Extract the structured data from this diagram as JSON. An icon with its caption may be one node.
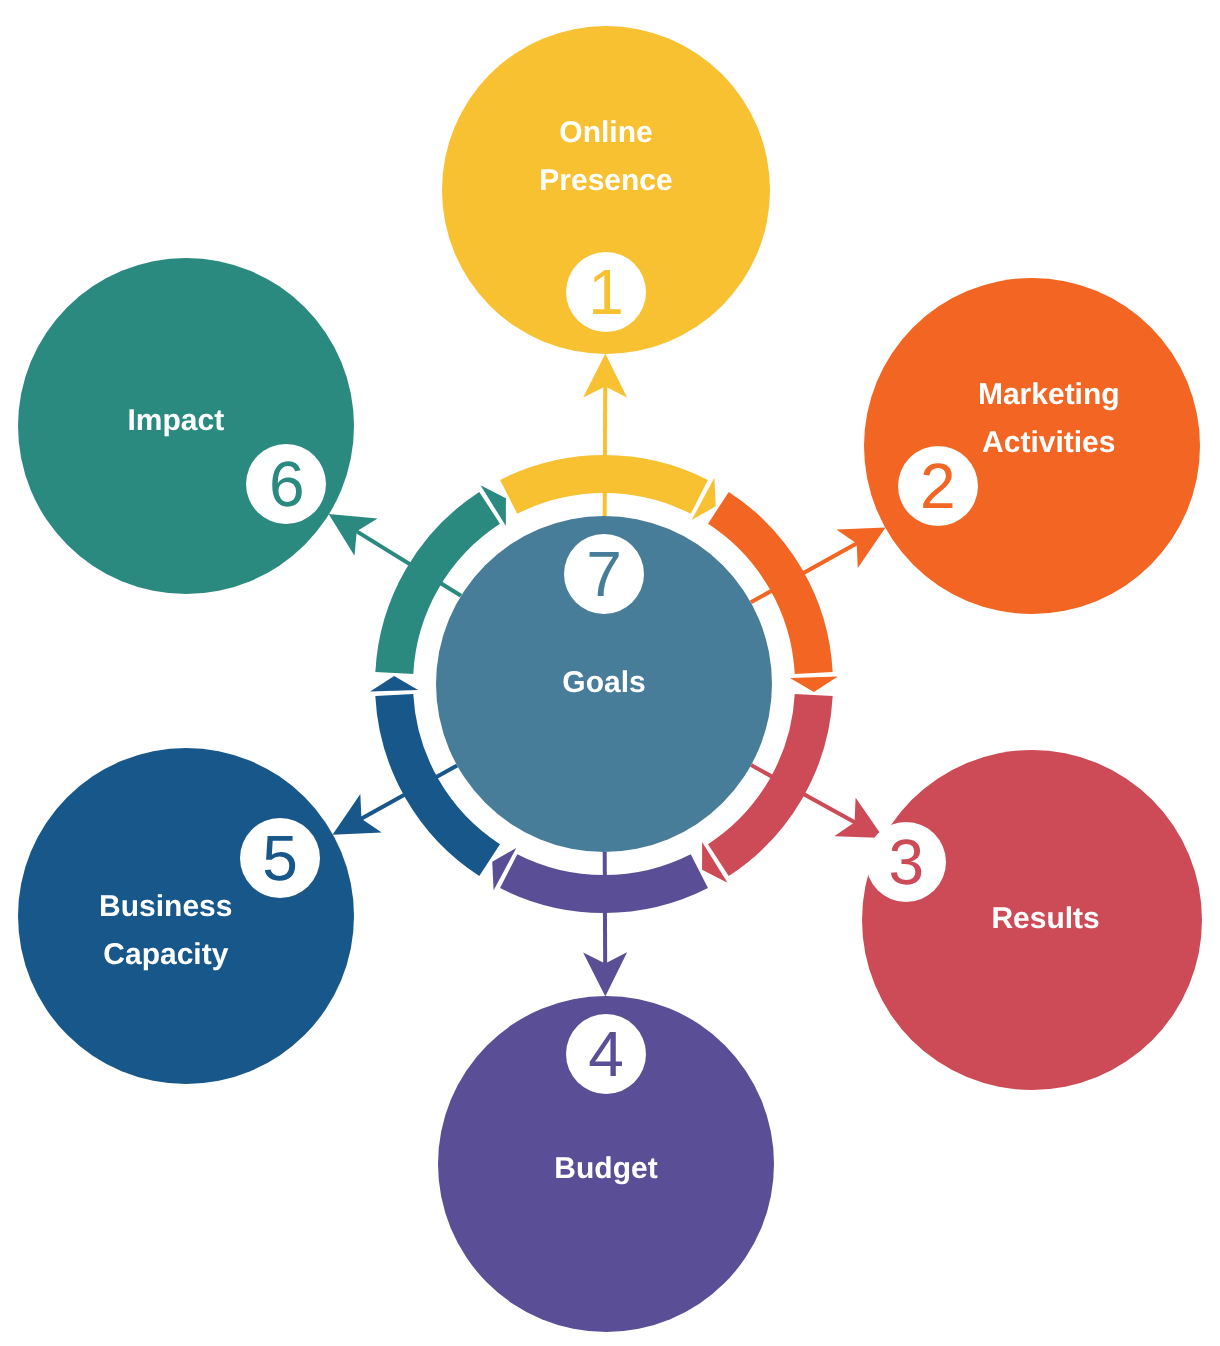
{
  "diagram": {
    "nodes": [
      {
        "text": [
          "7",
          "Goals"
        ]
      },
      {
        "text": [
          "Online Presence",
          "1"
        ]
      },
      {
        "text": [
          "Marketing Activities",
          "2"
        ]
      },
      {
        "text": [
          "3",
          "Results"
        ]
      },
      {
        "text": [
          "4",
          "Budget"
        ]
      },
      {
        "text": [
          "5",
          "Business Capacity"
        ]
      },
      {
        "text": [
          "Impact",
          "6"
        ]
      }
    ],
    "edges": [
      {
        "from": 0,
        "to": 1,
        "arrow": "to",
        "color": "#f8c132"
      },
      {
        "from": 0,
        "to": 2,
        "arrow": "to",
        "color": "#f26522"
      },
      {
        "from": 0,
        "to": 3,
        "arrow": "to",
        "color": "#cc4b57"
      },
      {
        "from": 0,
        "to": 4,
        "arrow": "to",
        "color": "#5a4e96"
      },
      {
        "from": 0,
        "to": 5,
        "arrow": "to",
        "color": "#17578a"
      },
      {
        "from": 0,
        "to": 6,
        "arrow": "to",
        "color": "#2b8a80"
      }
    ]
  }
}
